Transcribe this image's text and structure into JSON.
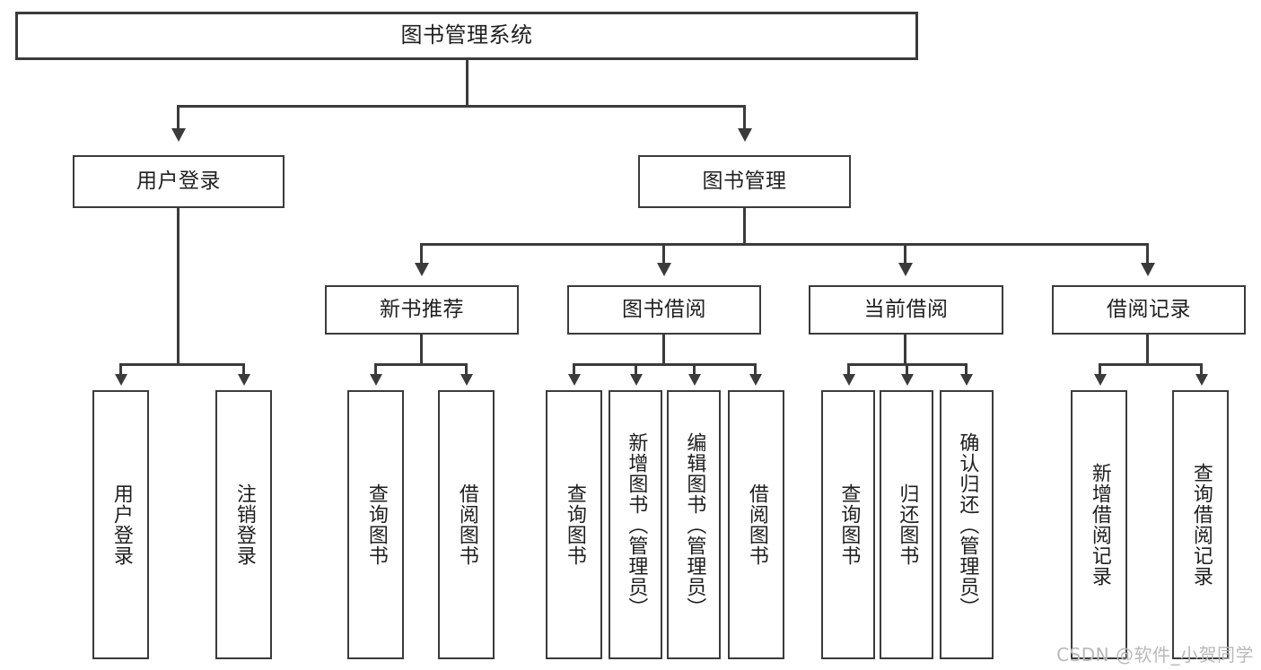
{
  "diagram": {
    "type": "tree-hierarchy",
    "title": "图书管理系统",
    "watermark": "CSDN @软件_小贺同学",
    "colors": {
      "stroke": "#3b3b3b",
      "fill": "#ffffff",
      "text": "#1f1f1f",
      "watermark": "#b9b9b9"
    },
    "root": {
      "label": "图书管理系统"
    },
    "level2": [
      {
        "label": "用户登录"
      },
      {
        "label": "图书管理"
      }
    ],
    "level3": [
      {
        "label": "新书推荐"
      },
      {
        "label": "图书借阅"
      },
      {
        "label": "当前借阅"
      },
      {
        "label": "借阅记录"
      }
    ],
    "leaves": {
      "user_login": [
        {
          "label": "用户登录"
        },
        {
          "label": "注销登录"
        }
      ],
      "new_book_recommend": [
        {
          "label": "查询图书"
        },
        {
          "label": "借阅图书"
        }
      ],
      "book_borrow": [
        {
          "label": "查询图书"
        },
        {
          "label": "新增图书（管理员）"
        },
        {
          "label": "编辑图书（管理员）"
        },
        {
          "label": "借阅图书"
        }
      ],
      "current_borrow": [
        {
          "label": "查询图书"
        },
        {
          "label": "归还图书"
        },
        {
          "label": "确认归还（管理员）"
        }
      ],
      "borrow_record": [
        {
          "label": "新增借阅记录"
        },
        {
          "label": "查询借阅记录"
        }
      ]
    }
  }
}
